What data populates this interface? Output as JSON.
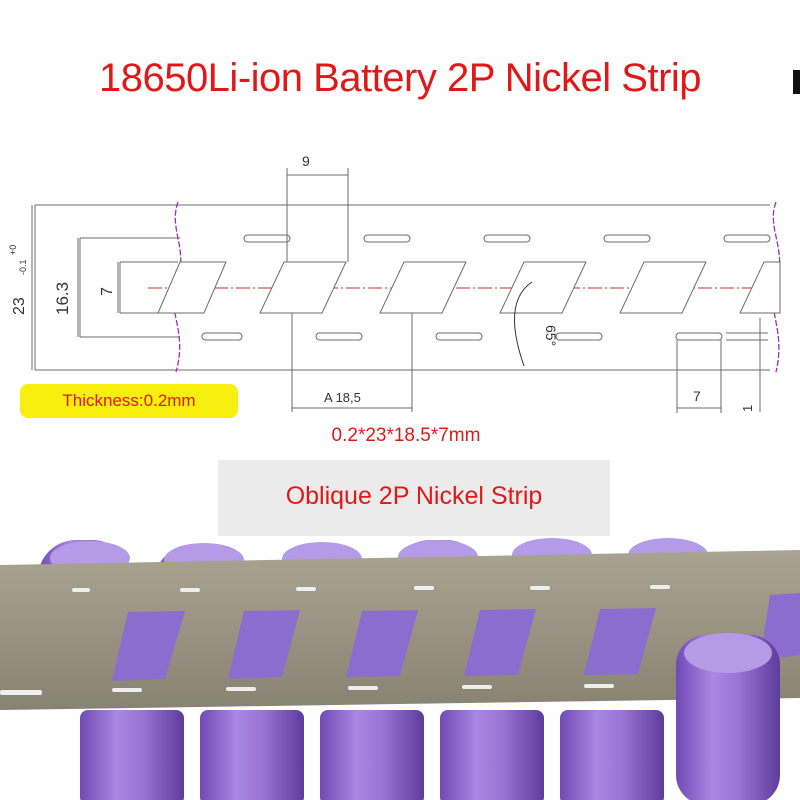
{
  "title": "18650Li-ion Battery 2P Nickel Strip",
  "drawing": {
    "dim_pitch_top": "9",
    "dim_height_total": "23",
    "dim_tol_plus": "+0",
    "dim_tol_minus": "-0.1",
    "dim_inner": "16.3",
    "dim_window": "7",
    "dim_angle": "65°",
    "dim_pitch_bottom": "A 18,5",
    "dim_slot_length": "7",
    "dim_slot_width": "1"
  },
  "thickness_label": "Thickness:0.2mm",
  "spec_label": "0.2*23*18.5*7mm",
  "photo": {
    "caption": "Oblique 2P Nickel Strip"
  },
  "colors": {
    "title_red": "#e01818",
    "highlight_yellow": "#f7ef0f",
    "battery_purple": "#9a74d6",
    "nickel_strip": "#9a9383",
    "centerline_red": "#cc2a2a",
    "break_line_purple": "#9b2fbf"
  }
}
